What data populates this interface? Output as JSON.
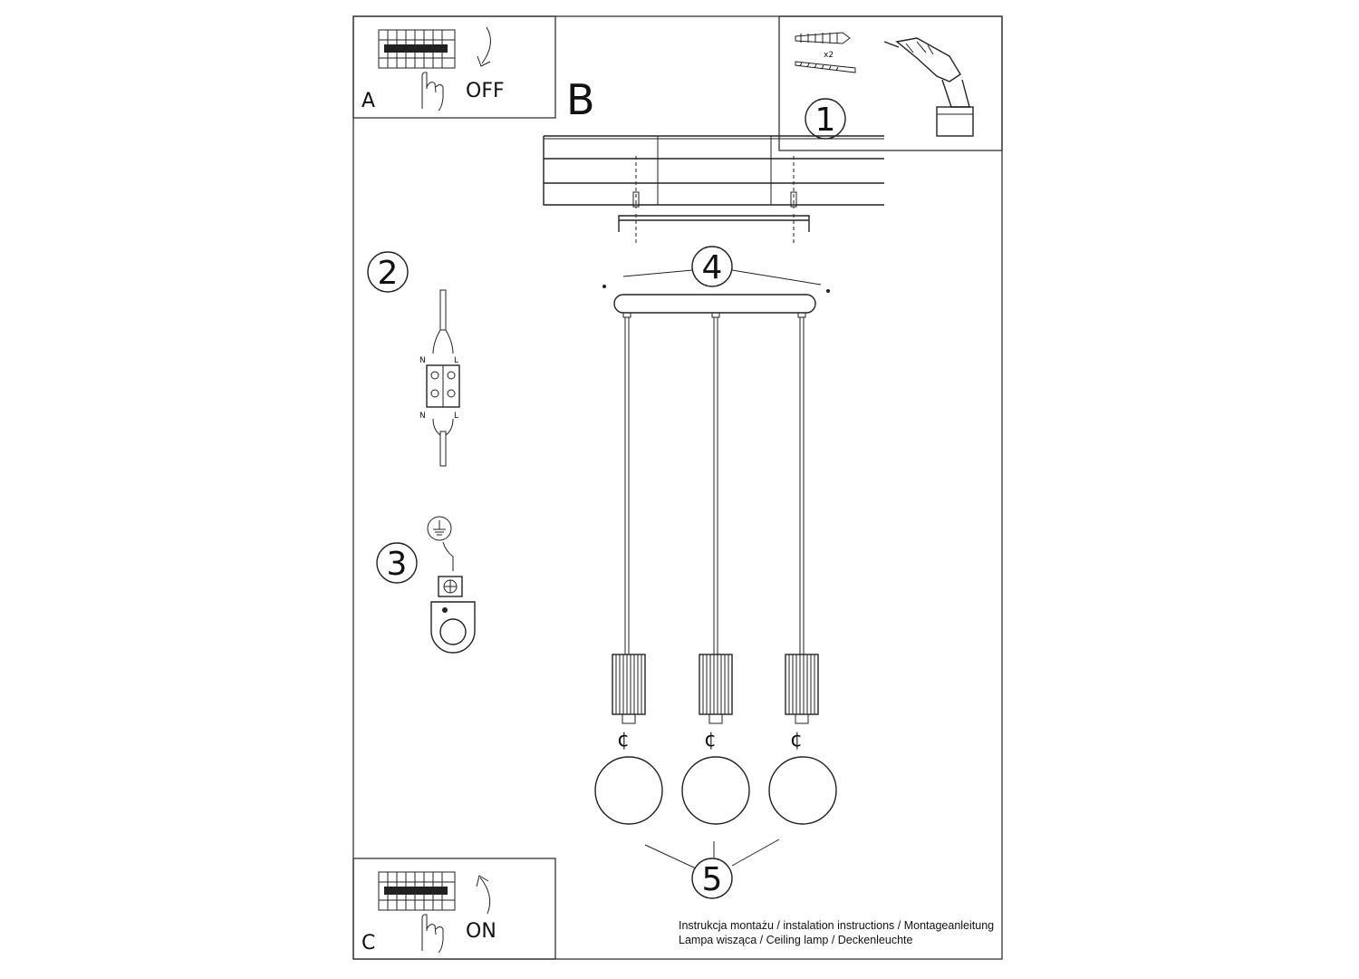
{
  "panels": {
    "a": {
      "letter": "A",
      "switch_label": "OFF",
      "icon": "breaker-switch-icon"
    },
    "b": {
      "letter": "B"
    },
    "c": {
      "letter": "C",
      "switch_label": "ON",
      "icon": "breaker-switch-icon"
    }
  },
  "steps": {
    "s1": {
      "number": "1",
      "quantity": "x2",
      "icons": [
        "wall-plug-icon",
        "screw-icon",
        "drill-icon"
      ]
    },
    "s2": {
      "number": "2",
      "n_top": "N",
      "l_top": "L",
      "n_bottom": "N",
      "l_bottom": "L",
      "icon": "terminal-block-icon"
    },
    "s3": {
      "number": "3",
      "icon": "ground-symbol-icon"
    },
    "s4": {
      "number": "4"
    },
    "s5": {
      "number": "5"
    }
  },
  "footer": {
    "line1": "Instrukcja montażu / instalation instructions / Montageanleitung",
    "line2": "Lampa wisząca / Ceiling lamp / Deckenleuchte"
  },
  "colors": {
    "line": "#222222",
    "background": "#ffffff"
  }
}
